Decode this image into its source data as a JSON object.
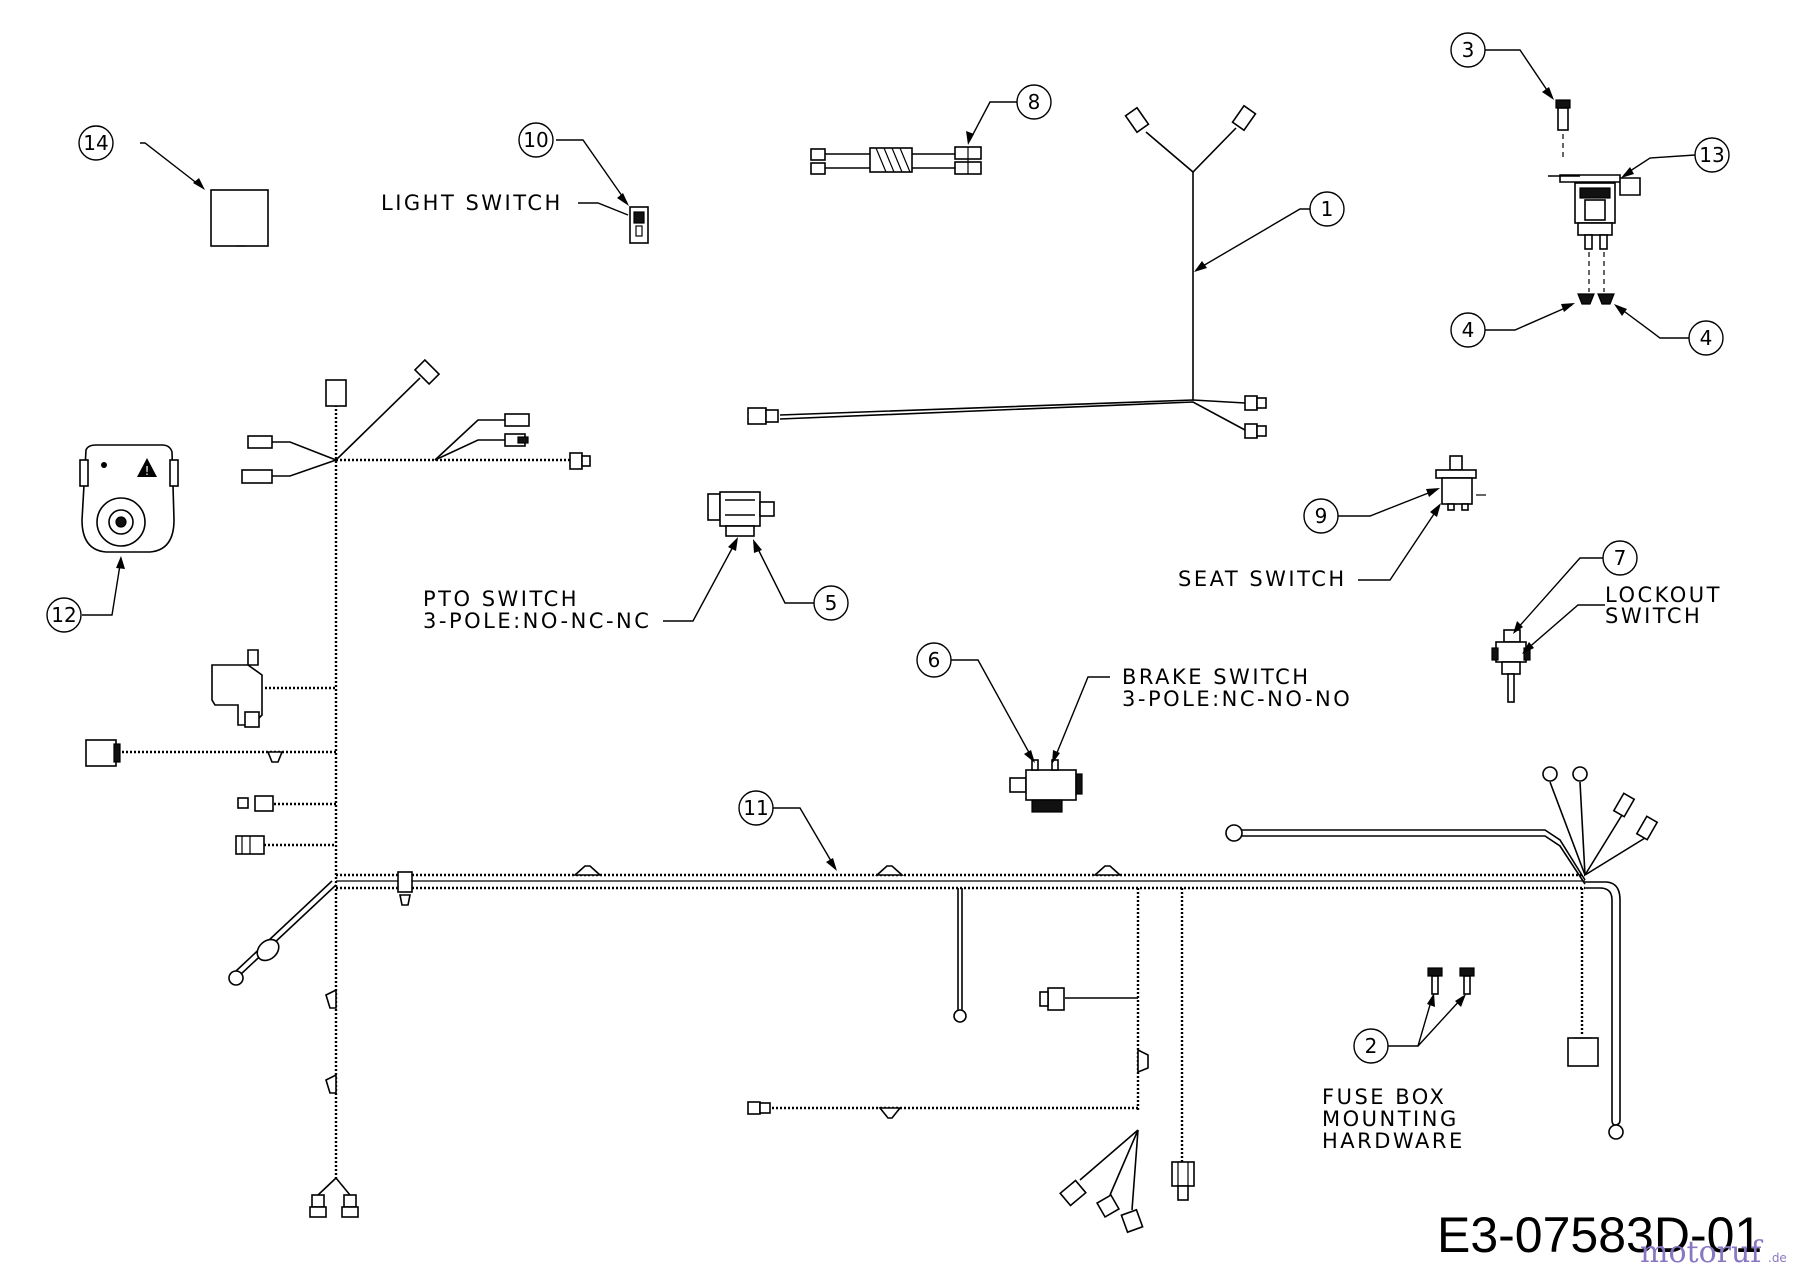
{
  "diagram_code": "E3-07583D-01",
  "watermark": {
    "name": "motoruf",
    "domain": ".de"
  },
  "callouts": [
    {
      "num": "1"
    },
    {
      "num": "2"
    },
    {
      "num": "3"
    },
    {
      "num": "4a",
      "text": "4"
    },
    {
      "num": "4b",
      "text": "4"
    },
    {
      "num": "5"
    },
    {
      "num": "6"
    },
    {
      "num": "7"
    },
    {
      "num": "8"
    },
    {
      "num": "9"
    },
    {
      "num": "10"
    },
    {
      "num": "11"
    },
    {
      "num": "12"
    },
    {
      "num": "13"
    },
    {
      "num": "14"
    }
  ],
  "labels": {
    "light_switch": "LIGHT SWITCH",
    "pto_switch_1": "PTO SWITCH",
    "pto_switch_2": "3-POLE:NO-NC-NC",
    "brake_switch_1": "BRAKE SWITCH",
    "brake_switch_2": "3-POLE:NC-NO-NO",
    "seat_switch": "SEAT SWITCH",
    "lockout_1": "LOCKOUT",
    "lockout_2": "SWITCH",
    "fuse_1": "FUSE BOX",
    "fuse_2": "MOUNTING",
    "fuse_3": "HARDWARE"
  }
}
